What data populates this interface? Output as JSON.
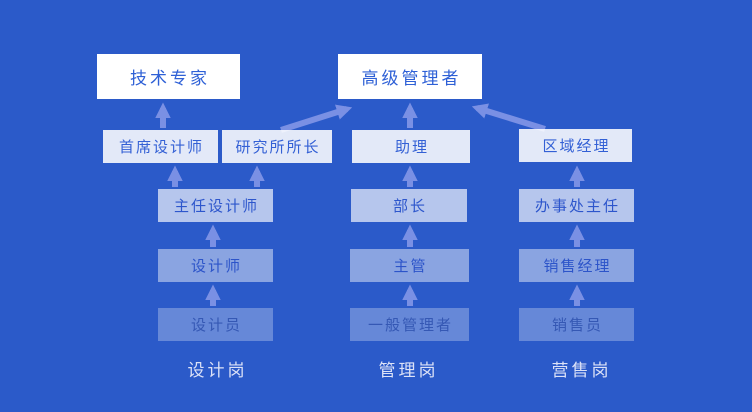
{
  "colors": {
    "background": "#2b5ac9",
    "top_box_fill": "#ffffff",
    "node_text_blue": "#2e5cd3",
    "arrow": "#7a90e4",
    "column_label_text": "#dce2f7"
  },
  "nodes": {
    "tech_expert": "技术专家",
    "senior_manager": "高级管理者",
    "chief_designer": "首席设计师",
    "institute_director": "研究所所长",
    "assistant": "助理",
    "regional_manager": "区域经理",
    "director_designer": "主任设计师",
    "department_head": "部长",
    "office_director": "办事处主任",
    "designer": "设计师",
    "supervisor": "主管",
    "sales_manager": "销售经理",
    "design_staff": "设计员",
    "general_manager": "一般管理者",
    "salesperson": "销售员"
  },
  "column_labels": {
    "design": "设计岗",
    "management": "管理岗",
    "sales": "营售岗"
  }
}
